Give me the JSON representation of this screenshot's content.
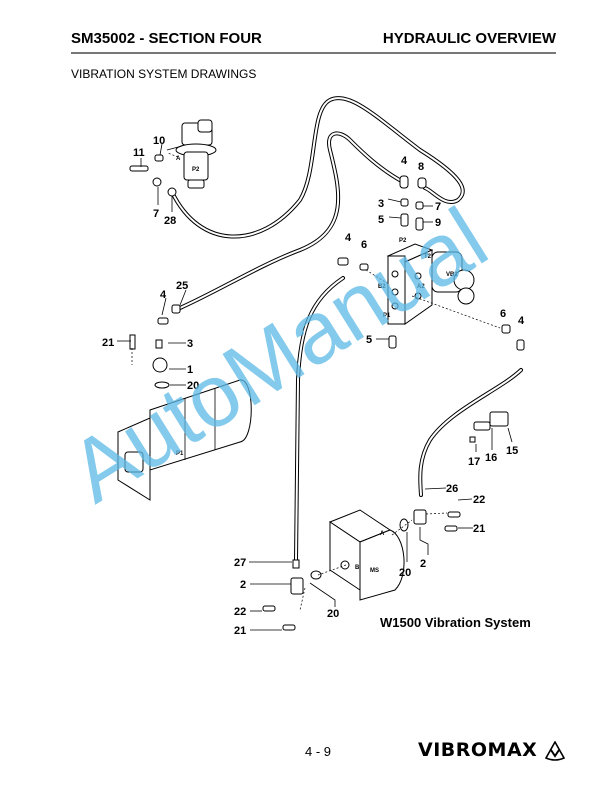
{
  "header": {
    "left": "SM35002 - SECTION FOUR",
    "right": "HYDRAULIC OVERVIEW"
  },
  "subtitle": "VIBRATION SYSTEM DRAWINGS",
  "drawing": {
    "caption": "W1500 Vibration System",
    "watermark": "AutoManual",
    "callouts": [
      "10",
      "11",
      "7",
      "28",
      "4",
      "8",
      "3",
      "7",
      "5",
      "9",
      "4",
      "6",
      "5",
      "6",
      "4",
      "25",
      "4",
      "21",
      "3",
      "1",
      "20",
      "17",
      "16",
      "15",
      "26",
      "22",
      "21",
      "20",
      "2",
      "27",
      "2",
      "20",
      "22",
      "21"
    ],
    "port_labels": [
      "A",
      "P2",
      "P2",
      "T2",
      "VB1",
      "B2",
      "A2",
      "P1",
      "P1",
      "A",
      "B",
      "MS"
    ]
  },
  "footer": {
    "page": "4 - 9",
    "brand": "VIBROMAX"
  }
}
